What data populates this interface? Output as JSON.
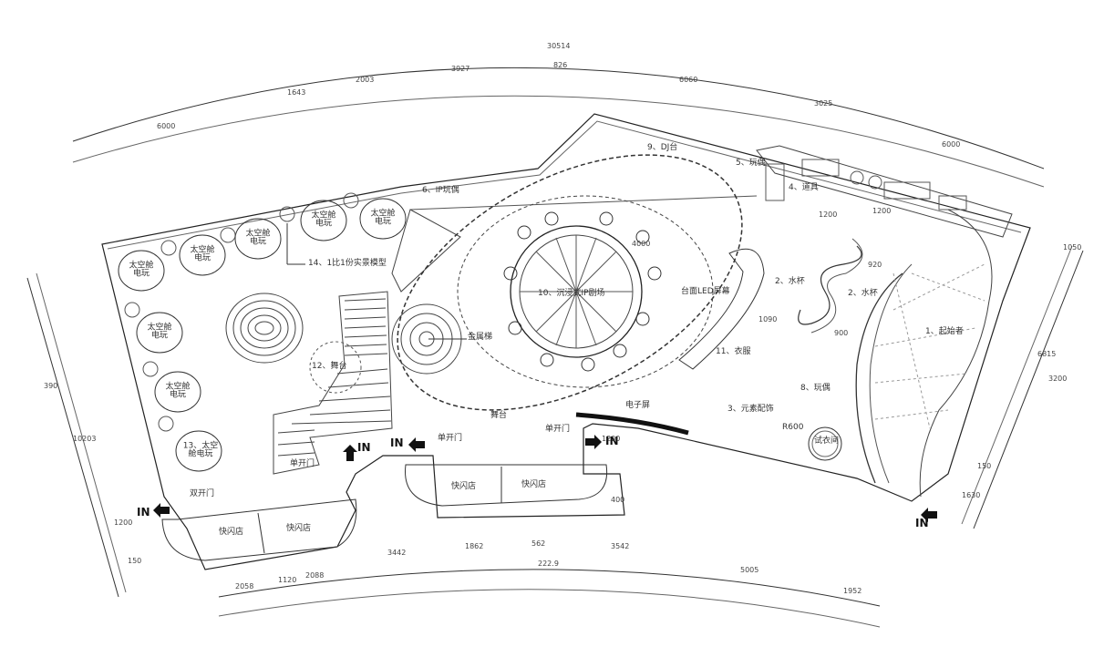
{
  "plan": {
    "total_top": "30514",
    "total_bottom": "222.9",
    "dims_top": [
      "6000",
      "1643",
      "2003",
      "3927",
      "826",
      "6060",
      "3025",
      "6000"
    ],
    "dims_bottom": [
      "2058",
      "1120",
      "2088",
      "3442",
      "1862",
      "562",
      "3542",
      "5005",
      "1952"
    ],
    "dims_left": [
      "390",
      "10203",
      "1200",
      "150"
    ],
    "dims_right": [
      "1050",
      "6815",
      "3200",
      "150",
      "1630"
    ],
    "dims_inner": [
      "1200",
      "1200",
      "920",
      "1090",
      "900",
      "4000",
      "1200",
      "400"
    ],
    "zones": {
      "z1": "1、起始者",
      "z2a": "2、水杯",
      "z2b": "2、水杯",
      "z3": "3、元素配饰",
      "z4": "4、道具",
      "z5": "5、玩偶",
      "z6": "6、IP玩偶",
      "z8": "8、玩偶",
      "z9": "9、DJ台",
      "z10": "10、沉浸式IP剧场",
      "z11": "11、衣服",
      "z12": "12、舞台",
      "z13": "13、太空舱电玩",
      "z14": "14、1比1份实景模型",
      "led": "台面LED屏幕",
      "screen": "电子屏",
      "stair": "金属梯",
      "stage_x": "舞台",
      "r600": "R600",
      "fitting": "试衣间"
    },
    "pods": [
      "太空舱电玩",
      "太空舱电玩",
      "太空舱电玩",
      "太空舱电玩",
      "太空舱电玩",
      "太空舱电玩",
      "太空舱电玩"
    ],
    "doors": {
      "double": "双开门",
      "single1": "单开门",
      "single2": "单开门",
      "slide": "单开门"
    },
    "shops": [
      "快闪店",
      "快闪店",
      "快闪店",
      "快闪店"
    ],
    "entrances": [
      "IN",
      "IN",
      "IN",
      "IN",
      "IN"
    ]
  }
}
